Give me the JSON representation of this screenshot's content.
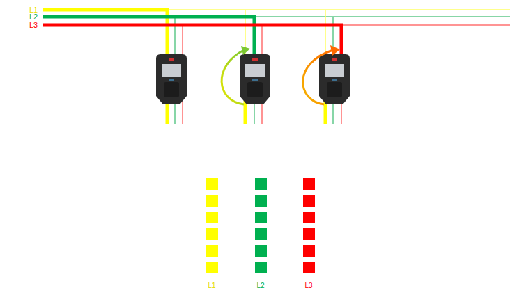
{
  "diagram": {
    "labels": [
      "L1",
      "L2",
      "L3"
    ],
    "legend": [
      {
        "text": "L1",
        "color": "#ffff00"
      },
      {
        "text": "L2",
        "color": "#00b050"
      },
      {
        "text": "L3",
        "color": "#ff0000"
      }
    ]
  }
}
